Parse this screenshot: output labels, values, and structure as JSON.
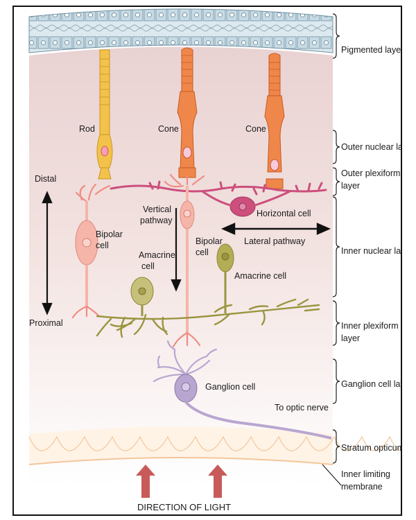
{
  "layers": [
    {
      "id": "pigmented",
      "label": "Pigmented layer"
    },
    {
      "id": "outer-nuclear",
      "label": "Outer nuclear layer"
    },
    {
      "id": "outer-plexiform",
      "label": "Outer plexiform",
      "label2": "layer"
    },
    {
      "id": "inner-nuclear",
      "label": "Inner nuclear layer"
    },
    {
      "id": "inner-plexiform",
      "label": "Inner plexiform",
      "label2": "layer"
    },
    {
      "id": "ganglion",
      "label": "Ganglion cell layer"
    },
    {
      "id": "stratum",
      "label": "Stratum opticum"
    },
    {
      "id": "ilm",
      "label": "Inner limiting",
      "label2": "membrane"
    }
  ],
  "cells": {
    "rod": "Rod",
    "cone1": "Cone",
    "cone2": "Cone",
    "bipolar_left": "Bipolar",
    "bipolar_left2": "cell",
    "bipolar_mid": "Bipolar",
    "bipolar_mid2": "cell",
    "amacrine_left": "Amacrine",
    "amacrine_left2": "cell",
    "amacrine_right": "Amacrine cell",
    "horizontal": "Horizontal cell",
    "ganglion": "Ganglion cell"
  },
  "annotations": {
    "distal": "Distal",
    "proximal": "Proximal",
    "vertical": "Vertical",
    "vertical2": "pathway",
    "lateral": "Lateral pathway",
    "optic": "To optic nerve",
    "light": "DIRECTION OF LIGHT"
  },
  "colors": {
    "rod": "#f2c24a",
    "cone": "#f0874a",
    "bipolar": "#f5b5a8",
    "horizontal": "#cc4f7c",
    "amacrine": "#9a9540",
    "ganglion": "#b9a6d0",
    "light_arrow": "#c85a5a"
  }
}
